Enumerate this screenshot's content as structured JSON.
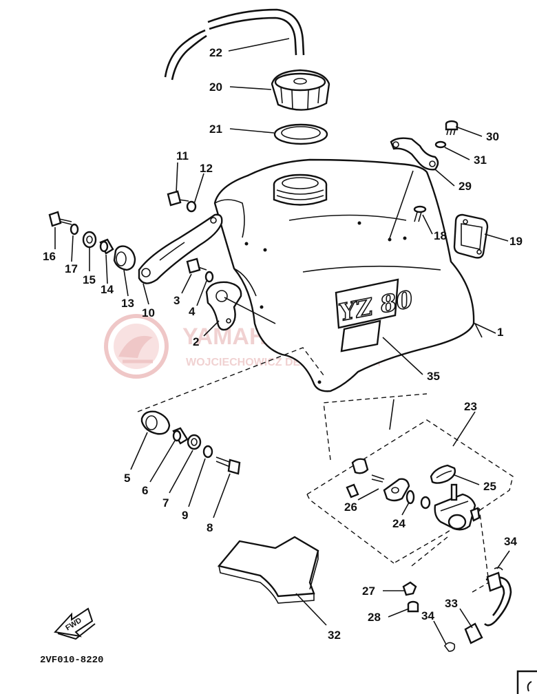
{
  "diagram": {
    "part_code": "2VF010-8220",
    "tank_badge": "YZ 80",
    "fwd_arrow_label": "FWD",
    "watermark": {
      "line1": "YAMAHA-SKLEP.PL",
      "line2": "WOJCIECHOWICZ DEALER YAMAHA"
    },
    "labels": [
      {
        "id": "p1",
        "text": "1"
      },
      {
        "id": "p2",
        "text": "2"
      },
      {
        "id": "p3",
        "text": "3"
      },
      {
        "id": "p4",
        "text": "4"
      },
      {
        "id": "p5",
        "text": "5"
      },
      {
        "id": "p6",
        "text": "6"
      },
      {
        "id": "p7",
        "text": "7"
      },
      {
        "id": "p8",
        "text": "8"
      },
      {
        "id": "p9",
        "text": "9"
      },
      {
        "id": "p10",
        "text": "10"
      },
      {
        "id": "p11",
        "text": "11"
      },
      {
        "id": "p12",
        "text": "12"
      },
      {
        "id": "p13",
        "text": "13"
      },
      {
        "id": "p14",
        "text": "14"
      },
      {
        "id": "p15",
        "text": "15"
      },
      {
        "id": "p16",
        "text": "16"
      },
      {
        "id": "p17",
        "text": "17"
      },
      {
        "id": "p18",
        "text": "18"
      },
      {
        "id": "p19",
        "text": "19"
      },
      {
        "id": "p20",
        "text": "20"
      },
      {
        "id": "p21",
        "text": "21"
      },
      {
        "id": "p22",
        "text": "22"
      },
      {
        "id": "p23",
        "text": "23"
      },
      {
        "id": "p24",
        "text": "24"
      },
      {
        "id": "p25",
        "text": "25"
      },
      {
        "id": "p26",
        "text": "26"
      },
      {
        "id": "p27",
        "text": "27"
      },
      {
        "id": "p28",
        "text": "28"
      },
      {
        "id": "p29",
        "text": "29"
      },
      {
        "id": "p30",
        "text": "30"
      },
      {
        "id": "p31",
        "text": "31"
      },
      {
        "id": "p32",
        "text": "32"
      },
      {
        "id": "p33",
        "text": "33"
      },
      {
        "id": "p34a",
        "text": "34"
      },
      {
        "id": "p34b",
        "text": "34"
      },
      {
        "id": "p35",
        "text": "35"
      }
    ]
  }
}
